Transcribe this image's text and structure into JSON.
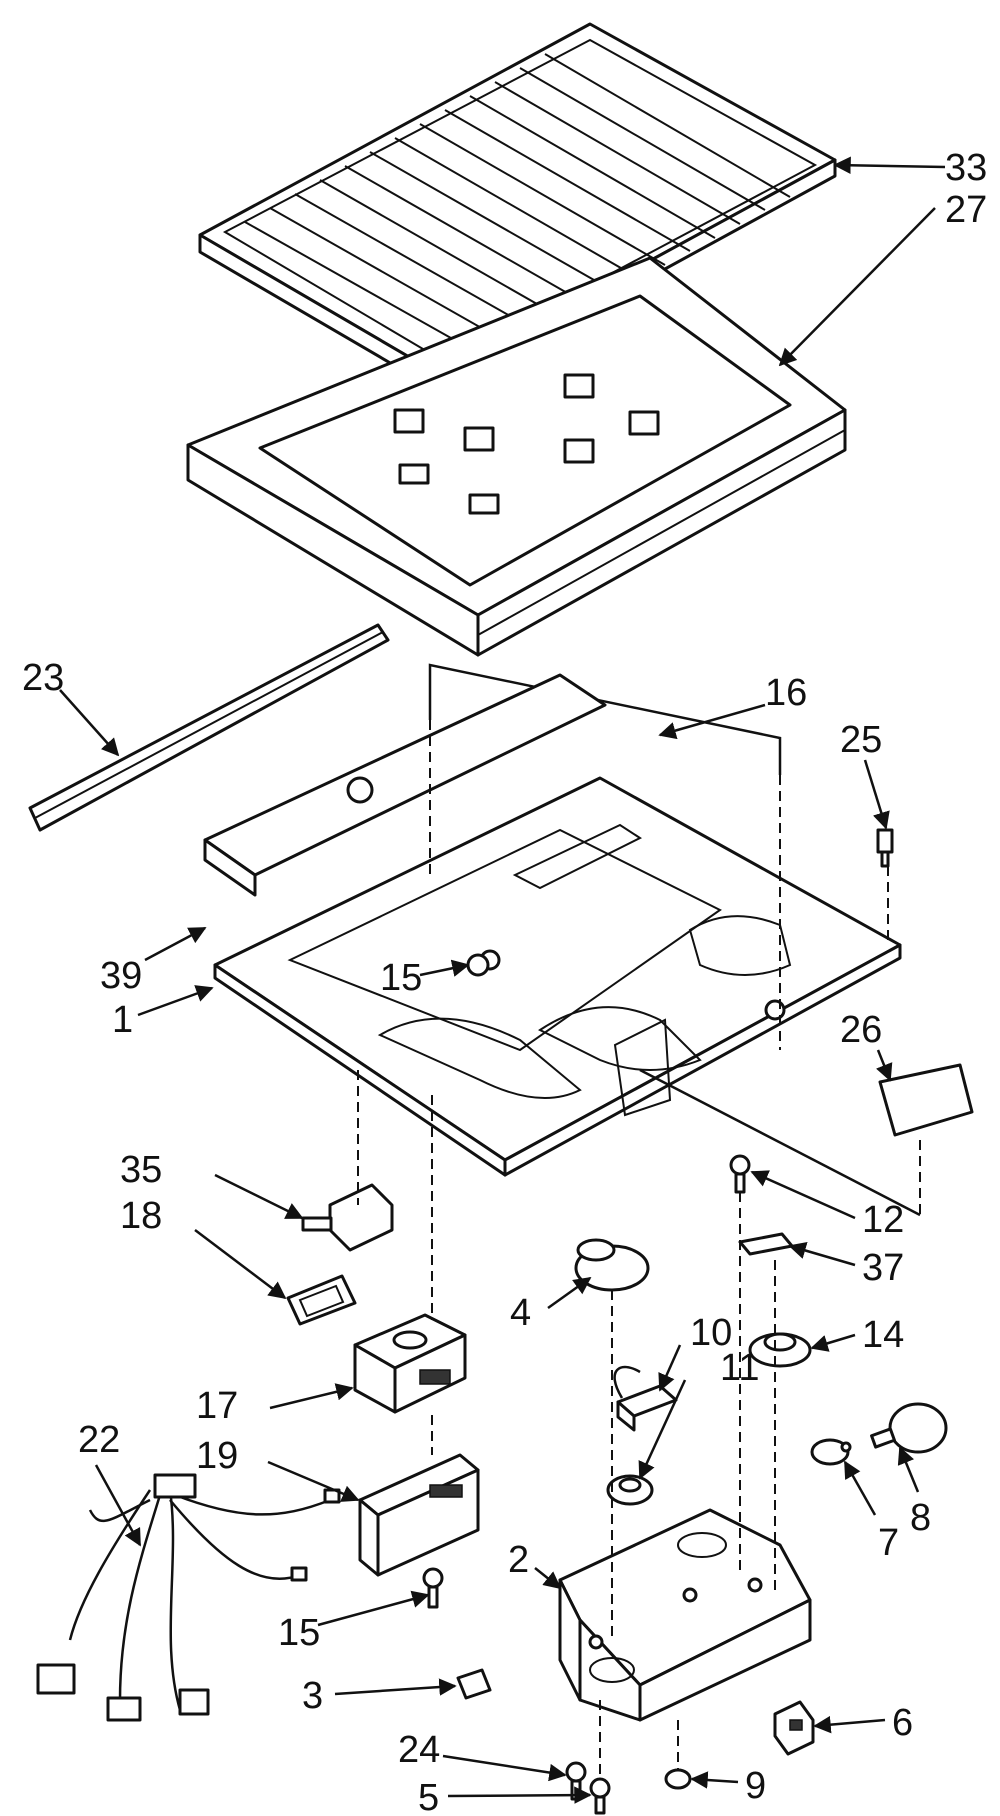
{
  "callouts": {
    "c33": "33",
    "c27": "27",
    "c23": "23",
    "c16": "16",
    "c25": "25",
    "c39": "39",
    "c15a": "15",
    "c1": "1",
    "c26": "26",
    "c35": "35",
    "c18": "18",
    "c12": "12",
    "c37": "37",
    "c4": "4",
    "c10": "10",
    "c14": "14",
    "c11": "11",
    "c17": "17",
    "c19": "19",
    "c22": "22",
    "c8": "8",
    "c7": "7",
    "c2": "2",
    "c15b": "15",
    "c3": "3",
    "c6": "6",
    "c24": "24",
    "c9": "9",
    "c5": "5"
  }
}
